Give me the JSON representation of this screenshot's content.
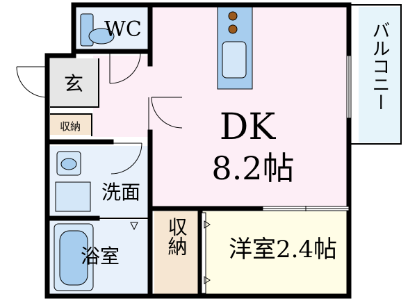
{
  "floorplan": {
    "rooms": {
      "wc": "WC",
      "entrance": "玄",
      "storage_entrance": "収納",
      "dk": "DK",
      "dk_size": "8.2帖",
      "washroom": "洗面",
      "bathroom": "浴室",
      "storage_mid": "収納",
      "western_room": "洋室2.4帖",
      "balcony": "バルコニー"
    },
    "colors": {
      "dk_floor": "#fdeef6",
      "balcony": "#e6f4fa",
      "wet_area": "#e8f1fb",
      "entrance": "#e6e6e6",
      "storage": "#f6e6d2",
      "western_room": "#fffde6",
      "fixture_blue": "#a7cdee",
      "wall": "#000000"
    }
  }
}
